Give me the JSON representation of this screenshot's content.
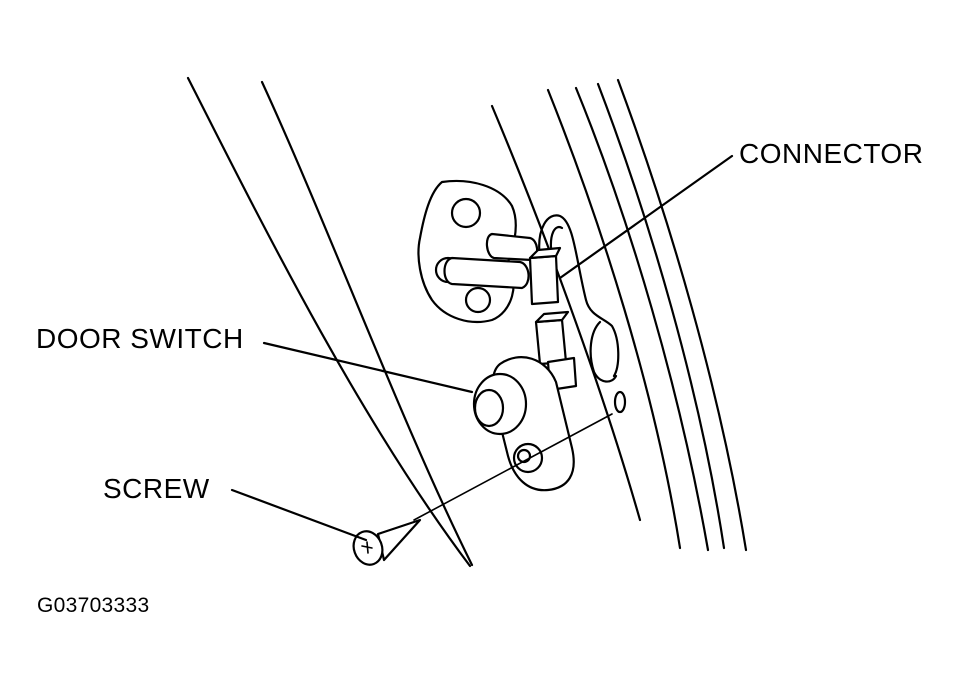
{
  "labels": {
    "connector": "CONNECTOR",
    "door_switch": "DOOR SWITCH",
    "screw": "SCREW"
  },
  "figure_code": "G03703333"
}
